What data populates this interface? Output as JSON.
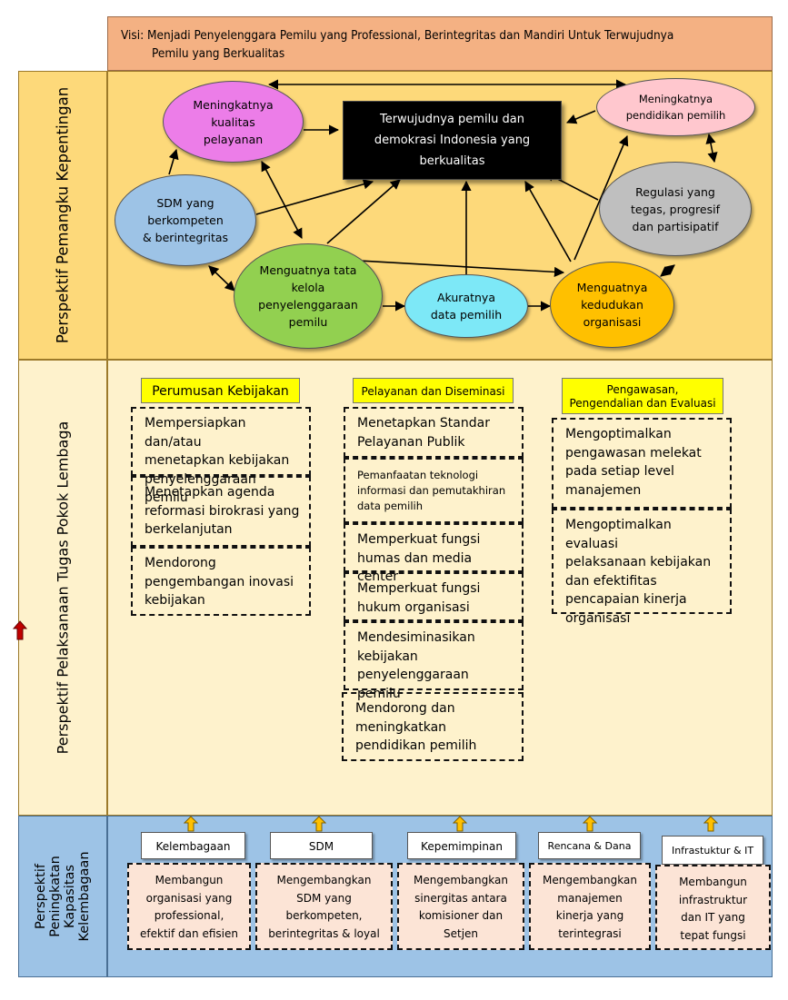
{
  "vision": {
    "line1": "Visi: Menjadi Penyelenggara Pemilu yang Professional, Berintegritas dan Mandiri Untuk Terwujudnya",
    "line2": "Pemilu yang Berkualitas"
  },
  "perspectives": {
    "stakeholder": "Perspektif Pemangku  Kepentingan",
    "internal": "Perspektif Pelaksanaan Tugas Pokok Lembaga",
    "learning": [
      "Perspektif",
      "Peningkatan",
      "Kapasitas",
      "Kelembagaan"
    ]
  },
  "goal": [
    "Terwujudnya pemilu dan",
    "demokrasi Indonesia yang",
    "berkualitas"
  ],
  "objectives": {
    "kualitas": [
      "Meningkatnya",
      "kualitas",
      "pelayanan"
    ],
    "sdm": [
      "SDM yang",
      "berkompeten",
      "& berintegritas"
    ],
    "tatakelola": [
      "Menguatnya tata",
      "kelola",
      "penyelenggaraan",
      "pemilu"
    ],
    "akurat": [
      "Akuratnya",
      "data pemilih"
    ],
    "kedudukan": [
      "Menguatnya",
      "kedudukan",
      "organisasi"
    ],
    "pendidikan": [
      "Meningkatnya",
      "pendidikan pemilih"
    ],
    "regulasi": [
      "Regulasi yang",
      "tegas, progresif",
      "dan partisipatif"
    ]
  },
  "colors": {
    "kualitas": "#ec7de8",
    "sdm": "#9dc3e6",
    "tatakelola": "#92d050",
    "akurat": "#7de8f7",
    "kedudukan": "#ffc000",
    "pendidikan": "#ffc7ce",
    "regulasi": "#bfbfbf"
  },
  "columns": {
    "perumusan": {
      "title": "Perumusan Kebijakan",
      "items": [
        [
          "Mempersiapkan dan/atau",
          "menetapkan kebijakan",
          "penyelenggaraan pemilu"
        ],
        [
          "Menetapkan agenda",
          "reformasi birokrasi yang",
          "berkelanjutan"
        ],
        [
          "Mendorong",
          "pengembangan inovasi",
          "kebijakan"
        ]
      ]
    },
    "pelayanan": {
      "title": "Pelayanan dan Diseminasi",
      "items": [
        [
          "Menetapkan Standar",
          "Pelayanan Publik"
        ],
        [
          "Pemanfaatan teknologi",
          "informasi dan pemutakhiran",
          "data pemilih"
        ],
        [
          "Memperkuat fungsi",
          "humas dan media center"
        ],
        [
          "Memperkuat fungsi",
          "hukum organisasi"
        ],
        [
          "Mendesiminasikan",
          "kebijakan",
          "penyelenggaraan pemilu"
        ],
        [
          "Mendorong dan",
          "meningkatkan",
          "pendidikan pemilih"
        ]
      ]
    },
    "pengawasan": {
      "title": [
        "Pengawasan,",
        "Pengendalian dan Evaluasi"
      ],
      "items": [
        [
          "Mengoptimalkan",
          "pengawasan melekat",
          "pada setiap level",
          "manajemen"
        ],
        [
          "Mengoptimalkan evaluasi",
          "pelaksanaan kebijakan",
          "dan efektifitas",
          "pencapaian kinerja",
          "organisasi"
        ]
      ]
    }
  },
  "capacity": [
    {
      "label": "Kelembagaan",
      "text": [
        "Membangun",
        "organisasi yang",
        "professional,",
        "efektif dan efisien"
      ]
    },
    {
      "label": "SDM",
      "text": [
        "Mengembangkan",
        "SDM yang",
        "berkompeten,",
        "berintegritas & loyal"
      ]
    },
    {
      "label": "Kepemimpinan",
      "text": [
        "Mengembangkan",
        "sinergitas antara",
        "komisioner dan",
        "Setjen"
      ]
    },
    {
      "label": "Rencana & Dana",
      "text": [
        "Mengembangkan",
        "manajemen",
        "kinerja yang",
        "terintegrasi"
      ]
    },
    {
      "label": "Infrastuktur & IT",
      "text": [
        "Membangun",
        "infrastruktur",
        "dan IT yang",
        "tepat fungsi"
      ]
    }
  ]
}
